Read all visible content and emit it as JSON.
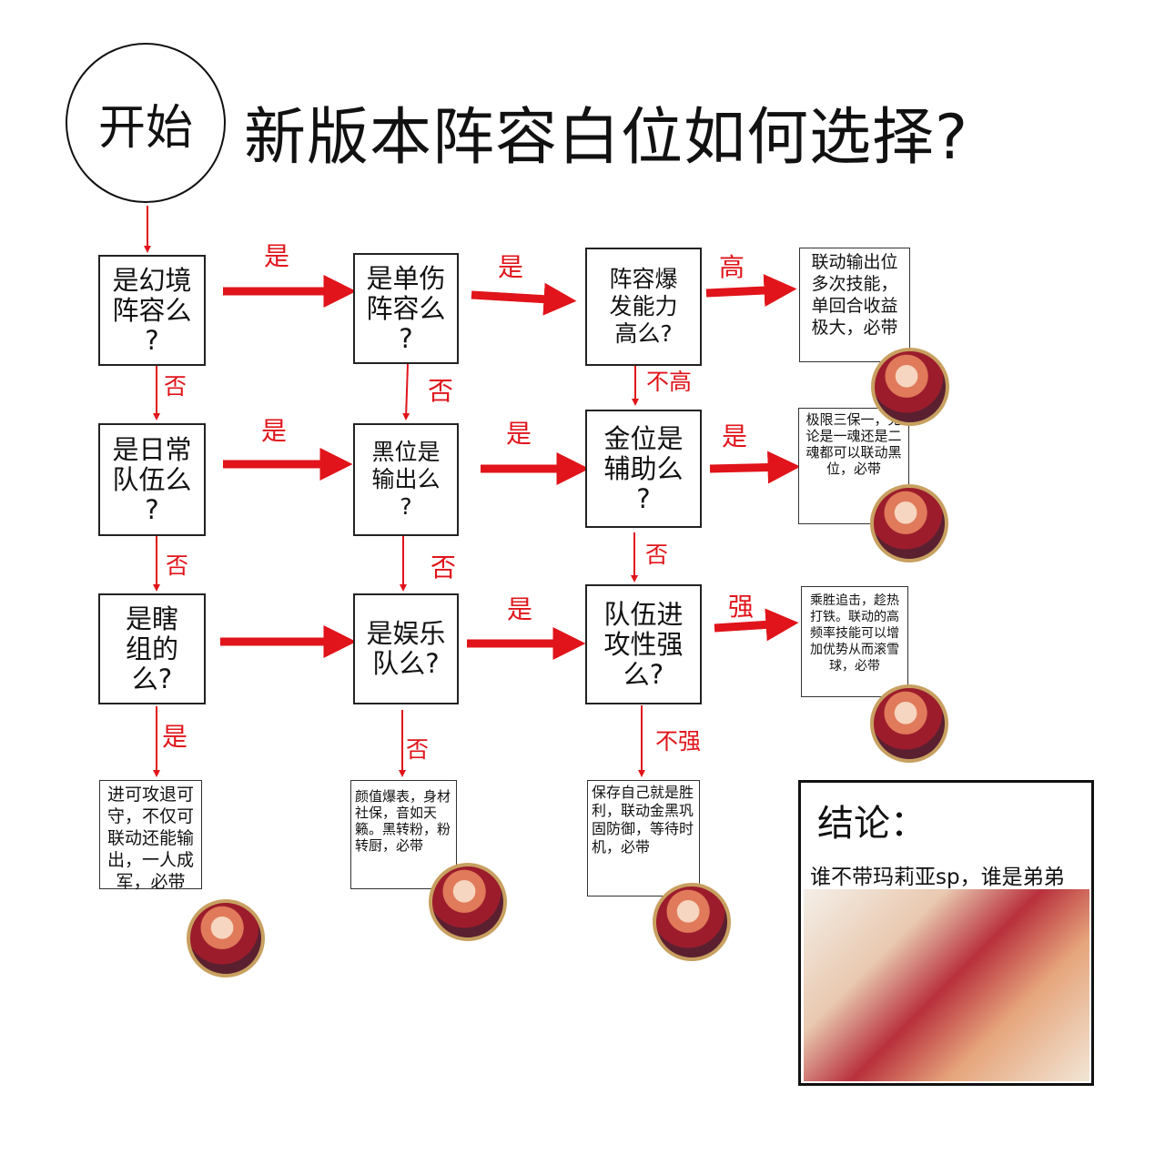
{
  "start_label": "开始",
  "title": "新版本阵容白位如何选择?",
  "questions": {
    "q1": [
      "是幻境",
      "阵容么",
      "?"
    ],
    "q2": [
      "是日常",
      "队伍么",
      "?"
    ],
    "q3": [
      "是瞎",
      "组的",
      "么?"
    ],
    "q4": [
      "是单伤",
      "阵容么",
      "?"
    ],
    "q5": [
      "黑位是",
      "输出么",
      "?"
    ],
    "q6": [
      "是娱乐",
      "队么?"
    ],
    "q7": [
      "阵容爆",
      "发能力",
      "高么?"
    ],
    "q8": [
      "金位是",
      "辅助么",
      "?"
    ],
    "q9": [
      "队伍进",
      "攻性强",
      "么?"
    ]
  },
  "labels": {
    "yes": "是",
    "no": "否",
    "high": "高",
    "not_high": "不高",
    "strong": "强",
    "not_strong": "不强"
  },
  "results": {
    "r1": "联动输出位多次技能，单回合收益极大，必带",
    "r2": "极限三保一，无论是一魂还是二魂都可以联动黑位，必带",
    "r3": "乘胜追击，趁热打铁。联动的高频率技能可以增加优势从而滚雪球，必带",
    "r4": "进可攻退可守，不仅可联动还能输出，一人成军，必带",
    "r5": "颜值爆表，身材社保，音如天籁。黑转粉，粉转厨，必带",
    "r6": "保存自己就是胜利，联动金黑巩固防御，等待时机，必带"
  },
  "conclusion": {
    "heading": "结论：",
    "text": "谁不带玛莉亚sp，谁是弟弟"
  },
  "colors": {
    "arrow": "#e0141a",
    "line": "#111111"
  }
}
